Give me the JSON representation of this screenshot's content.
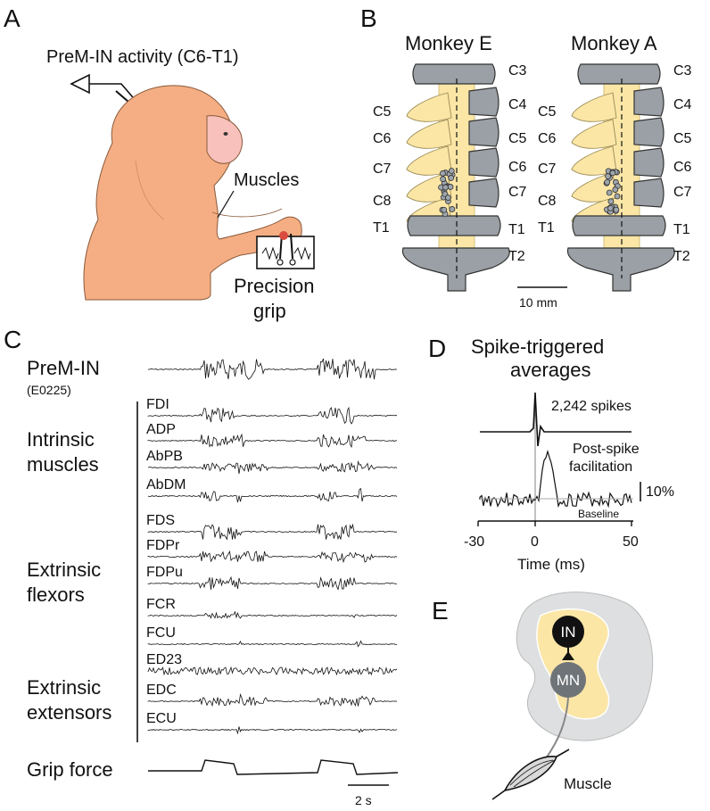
{
  "colors": {
    "monkey_skin": "#f5ae83",
    "monkey_face": "#f8c1bb",
    "cord_yellow": "#fbe6a6",
    "vertebra_gray": "#9aa0a5",
    "neuron_dot": "#9ea6ad",
    "cord_bg": "#dddfe0",
    "ink": "#111111"
  },
  "panel_a": {
    "letter": "A",
    "activity_label": "PreM-IN activity (C6-T1)",
    "muscles_label": "Muscles",
    "task_line1": "Precision",
    "task_line2": "grip"
  },
  "panel_b": {
    "letter": "B",
    "monkeys": [
      {
        "title": "Monkey E",
        "right_labels": [
          "C3",
          "C4",
          "C5",
          "C6",
          "C7",
          "T1",
          "T2"
        ],
        "left_labels": [
          "C5",
          "C6",
          "C7",
          "C8",
          "T1"
        ]
      },
      {
        "title": "Monkey A",
        "right_labels": [
          "C3",
          "C4",
          "C5",
          "C6",
          "C7",
          "T1",
          "T2"
        ],
        "left_labels": [
          "C5",
          "C6",
          "C7",
          "C8",
          "T1"
        ]
      }
    ],
    "scale_label": "10 mm"
  },
  "panel_c": {
    "letter": "C",
    "neuron_label": "PreM-IN",
    "neuron_id": "(E0225)",
    "groups": [
      {
        "line1": "Intrinsic",
        "line2": "muscles",
        "muscles": [
          "FDI",
          "ADP",
          "AbPB",
          "AbDM"
        ]
      },
      {
        "line1": "Extrinsic",
        "line2": "flexors",
        "muscles": [
          "FDS",
          "FDPr",
          "FDPu",
          "FCR",
          "FCU"
        ]
      },
      {
        "line1": "Extrinsic",
        "line2": "extensors",
        "muscles": [
          "ED23",
          "EDC",
          "ECU"
        ]
      }
    ],
    "force_label": "Grip force",
    "scale_label": "2 s"
  },
  "panel_d": {
    "letter": "D",
    "title_line1": "Spike-triggered",
    "title_line2": "averages",
    "spike_count": "2,242 spikes",
    "psf_line1": "Post-spike",
    "psf_line2": "facilitation",
    "baseline_label": "Baseline",
    "scale_label": "10%",
    "xlabel": "Time (ms)",
    "x_ticks": [
      "-30",
      "0",
      "50"
    ]
  },
  "panel_e": {
    "letter": "E",
    "in_label": "IN",
    "mn_label": "MN",
    "muscle_label": "Muscle"
  }
}
